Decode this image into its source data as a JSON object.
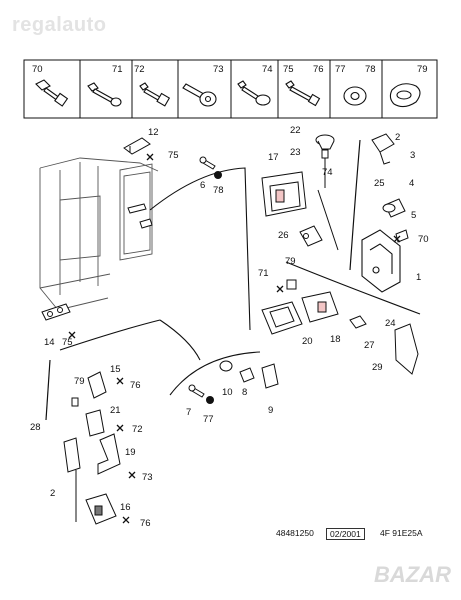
{
  "watermark": {
    "top": "regalauto",
    "bottom": "BAZAR"
  },
  "legend": {
    "items": [
      {
        "number": "70",
        "icon": "flange-bolt-icon"
      },
      {
        "number": "71",
        "icon": "self-tapping-screw-icon"
      },
      {
        "number": "72",
        "icon": "hex-head-screw-icon"
      },
      {
        "number": "73",
        "icon": "socket-bolt-icon"
      },
      {
        "number": "74",
        "icon": "shouldered-screw-icon"
      },
      {
        "number": "75",
        "icon": "stud-screw-icon"
      },
      {
        "number": "76",
        "icon": "stud-screw-icon"
      },
      {
        "number": "77",
        "icon": "washer-icon"
      },
      {
        "number": "78",
        "icon": "washer-icon"
      },
      {
        "number": "79",
        "icon": "grommet-icon"
      }
    ]
  },
  "callouts": {
    "c1": "1",
    "c2": "2",
    "c3": "3",
    "c4": "4",
    "c5": "5",
    "c6": "6",
    "c7": "7",
    "c8": "8",
    "c9": "9",
    "c10": "10",
    "c12": "12",
    "c14": "14",
    "c15": "15",
    "c16": "16",
    "c17": "17",
    "c18": "18",
    "c19": "19",
    "c20": "20",
    "c21": "21",
    "c22": "22",
    "c23": "23",
    "c24": "24",
    "c25": "25",
    "c26": "26",
    "c27": "27",
    "c28": "28",
    "c29": "29",
    "c70": "70",
    "c71": "71",
    "c72": "72",
    "c73": "73",
    "c74": "74",
    "c75a": "75",
    "c75b": "75",
    "c76a": "76",
    "c76b": "76",
    "c77": "77",
    "c78": "78",
    "c79a": "79",
    "c79b": "79"
  },
  "footer": {
    "ref": "48481250",
    "date": "02/2001",
    "code": "4F 91E25A"
  }
}
